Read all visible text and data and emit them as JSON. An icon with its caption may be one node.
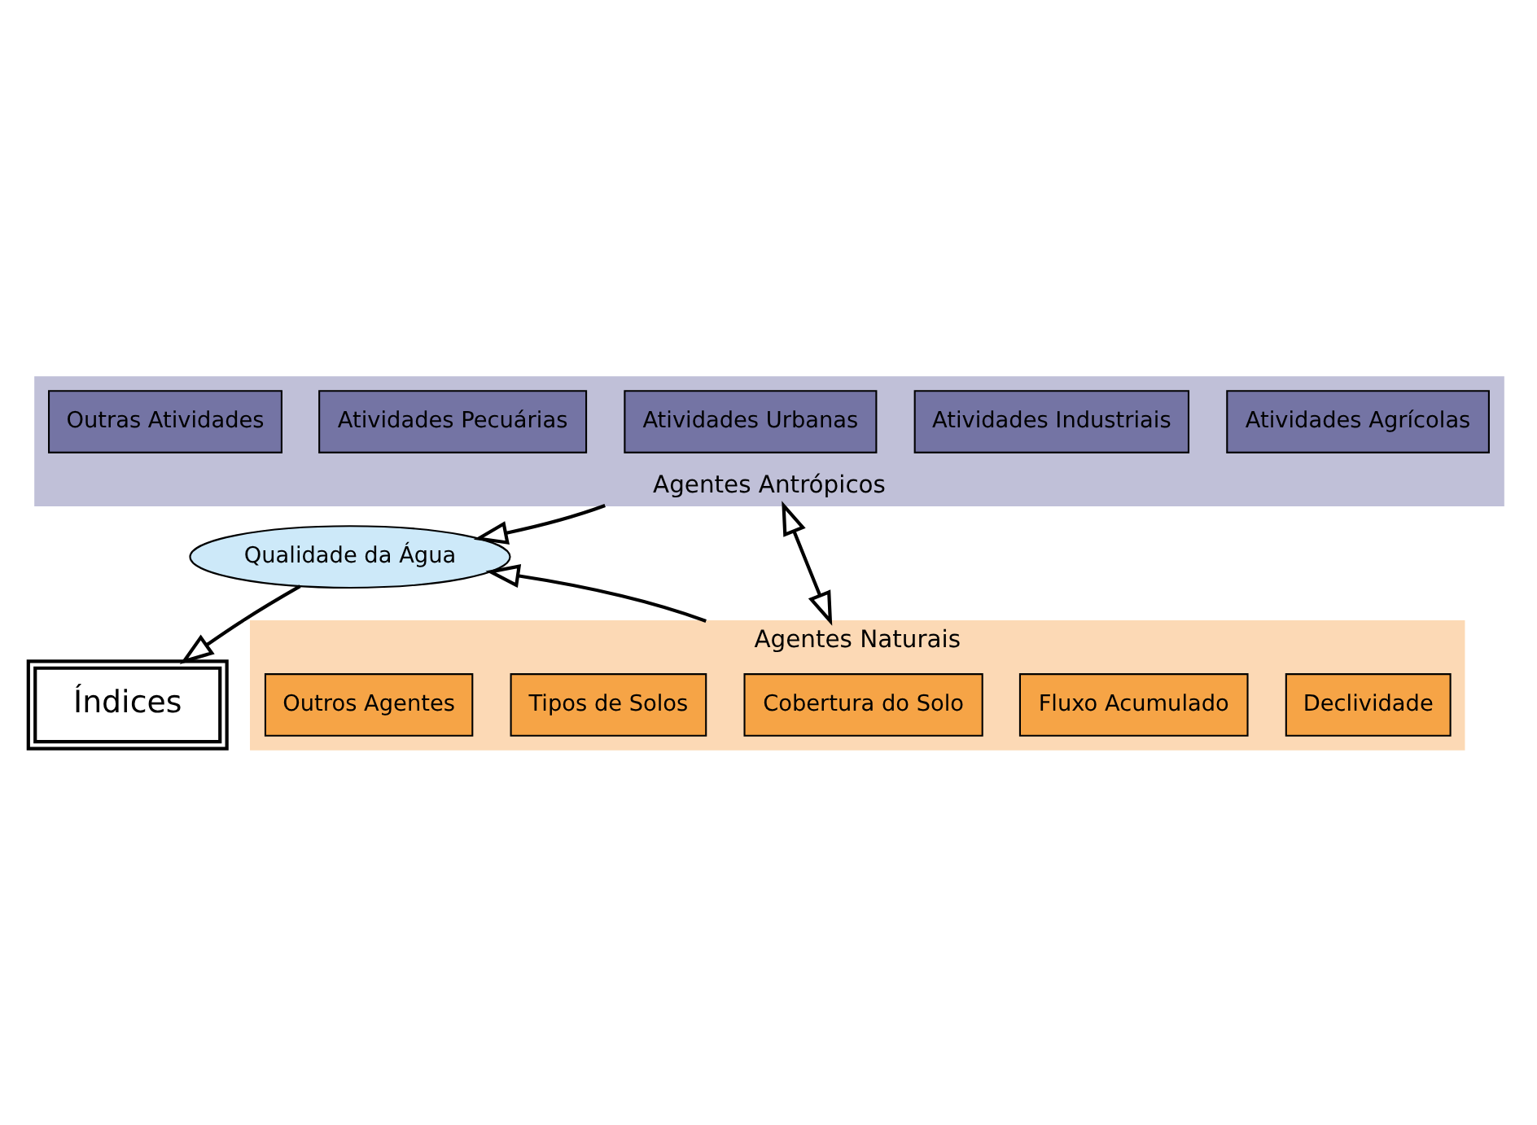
{
  "diagram": {
    "nodes": [
      {
        "text": [
          "Agentes Antrópicos"
        ]
      },
      {
        "text": [
          "Atividades Agrícolas"
        ],
        "in": 0
      },
      {
        "text": [
          "Atividades Industriais"
        ],
        "in": 0
      },
      {
        "text": [
          "Atividades Urbanas"
        ],
        "in": 0
      },
      {
        "text": [
          "Atividades Pecuárias"
        ],
        "in": 0
      },
      {
        "text": [
          "Outras Atividades"
        ],
        "in": 0
      },
      {
        "text": [
          "Qualidade da Água"
        ]
      },
      {
        "text": [
          "Índices"
        ]
      },
      {
        "text": [
          "Agentes Naturais"
        ]
      },
      {
        "text": [
          "Declividade"
        ],
        "in": 8
      },
      {
        "text": [
          "Fluxo Acumulado"
        ],
        "in": 8
      },
      {
        "text": [
          "Cobertura do Solo"
        ],
        "in": 8
      },
      {
        "text": [
          "Tipos de Solos"
        ],
        "in": 8
      },
      {
        "text": [
          "Outros Agentes"
        ],
        "in": 8
      }
    ],
    "edges": [
      {
        "from": 0,
        "to": 6,
        "arrow": "to"
      },
      {
        "from": 8,
        "to": 6,
        "arrow": "to"
      },
      {
        "from": 6,
        "to": 7,
        "arrow": "to"
      },
      {
        "from": 0,
        "to": 8,
        "arrow": "both"
      }
    ]
  }
}
